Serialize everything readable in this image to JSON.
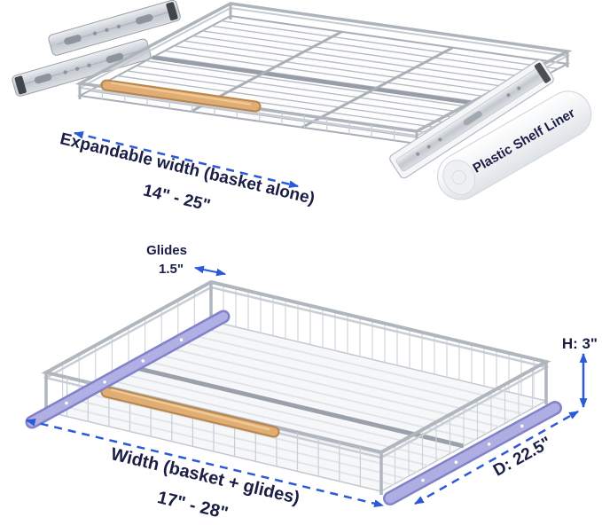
{
  "exploded_view": {
    "annotation": {
      "label": "Expandable width (basket alone)",
      "range": "14\" - 25\""
    },
    "shelf_liner": {
      "label": "Plastic Shelf Liner"
    }
  },
  "assembled_view": {
    "glides": {
      "label": "Glides",
      "size": "1.5\""
    },
    "height": {
      "label": "H: 3\""
    },
    "depth": {
      "label": "D: 22.5\""
    },
    "width": {
      "label": "Width (basket + glides)",
      "range": "17\" - 28\""
    }
  },
  "colors": {
    "annotation_blue": "#2b59d8",
    "label_navy": "#1a1e45",
    "glide_lavender": "#aeaee2",
    "handle_wood": "#e0ae74",
    "metal_gray": "#b0b6be",
    "background": "#ffffff"
  }
}
